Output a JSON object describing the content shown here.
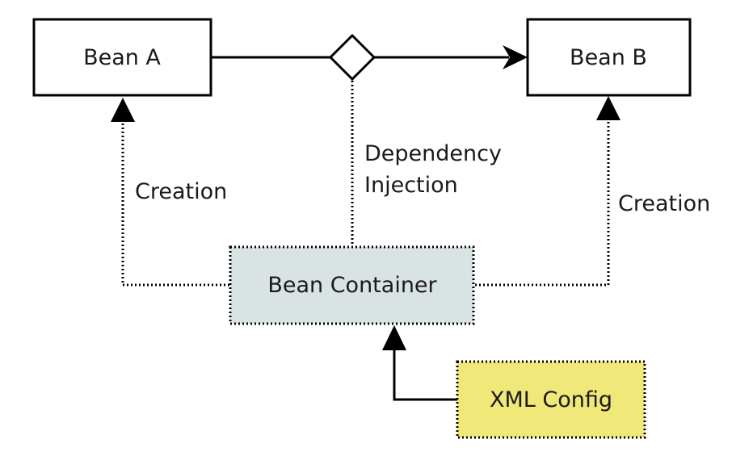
{
  "nodes": {
    "bean_a": {
      "label": "Bean A"
    },
    "bean_b": {
      "label": "Bean B"
    },
    "bean_container": {
      "label": "Bean Container"
    },
    "xml_config": {
      "label": "XML Config"
    }
  },
  "edges": {
    "creation_a": {
      "label": "Creation"
    },
    "creation_b": {
      "label": "Creation"
    },
    "dependency_injection": {
      "label_line1": "Dependency",
      "label_line2": "Injection"
    }
  },
  "colors": {
    "stroke": "#000000",
    "text": "#1a1a1a",
    "container_fill": "#dae3e3",
    "config_fill": "#f0e878",
    "bean_fill": "#ffffff"
  }
}
